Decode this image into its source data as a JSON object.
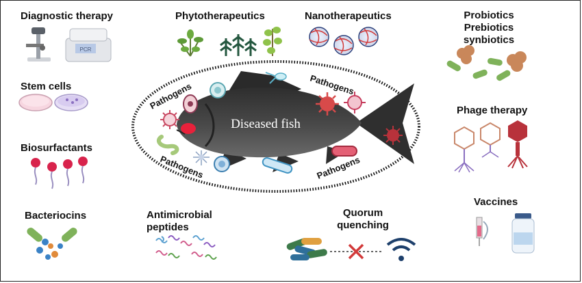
{
  "center": {
    "title": "Diseased fish",
    "pathogen_label": "Pathogens"
  },
  "therapies": {
    "diagnostic": "Diagnostic therapy",
    "phyto": "Phytotherapeutics",
    "nano": "Nanotherapeutics",
    "probiotics_1": "Probiotics",
    "probiotics_2": "Prebiotics",
    "probiotics_3": "synbiotics",
    "stem_cells": "Stem cells",
    "phage": "Phage therapy",
    "biosurfactants": "Biosurfactants",
    "bacteriocins": "Bacteriocins",
    "amp_1": "Antimicrobial",
    "amp_2": "peptides",
    "quorum_1": "Quorum",
    "quorum_2": "quenching",
    "vaccines": "Vaccines"
  },
  "device_text": "PCR",
  "colors": {
    "fish": "#3b3b3b",
    "fish_eye": "#e8213b",
    "pathogen_red": "#c2303a",
    "pathogen_pink": "#e58aa0",
    "plant_green": "#3e7a35",
    "bacteria_green": "#7fb25a",
    "probiotic_tan": "#c9875a",
    "phage_red": "#b8323b",
    "biosurf_head": "#d8234c",
    "border": "#222222"
  }
}
